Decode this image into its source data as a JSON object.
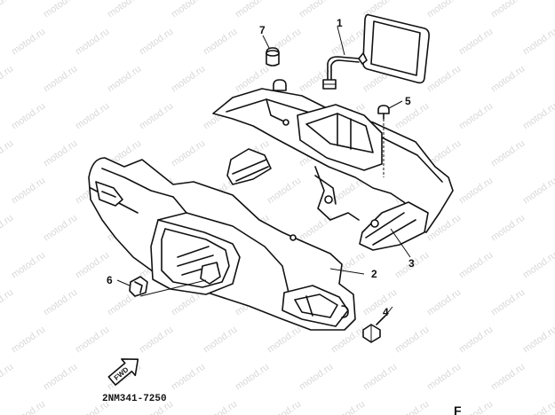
{
  "diagram": {
    "watermark_text": "motod.ru",
    "callouts": [
      "1",
      "2",
      "3",
      "4",
      "5",
      "6",
      "7"
    ],
    "part_code": "2NM341-7250",
    "fwd_label": "FWD",
    "corner_mark": "F"
  }
}
